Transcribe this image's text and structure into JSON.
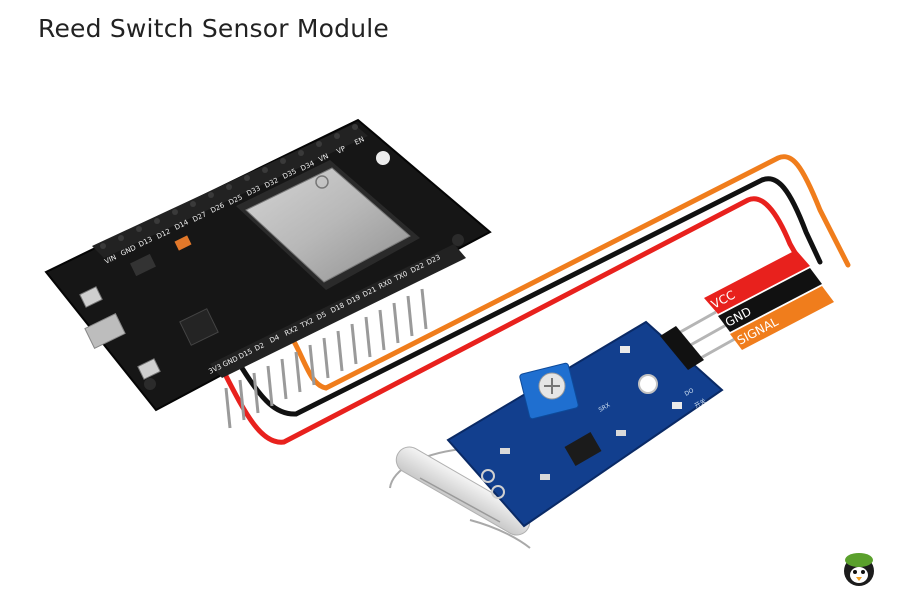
{
  "title": "Reed Switch Sensor Module",
  "esp32": {
    "pins_top": [
      "VIN",
      "GND",
      "D13",
      "D12",
      "D14",
      "D27",
      "D26",
      "D25",
      "D33",
      "D32",
      "D35",
      "D34",
      "VN",
      "VP",
      "EN"
    ],
    "pins_bottom": [
      "3V3",
      "GND",
      "D15",
      "D2",
      "D4",
      "RX2",
      "TX2",
      "D5",
      "D18",
      "D19",
      "D21",
      "RX0",
      "TX0",
      "D22",
      "D23"
    ]
  },
  "module": {
    "pins": [
      "VCC",
      "GND",
      "SIGNAL"
    ],
    "chip_label": "SRX",
    "led_labels": [
      "DO",
      "开关"
    ]
  },
  "colors": {
    "vcc_wire": "#e8211d",
    "gnd_wire": "#111111",
    "signal_wire": "#f07d1c",
    "board_black": "#161616",
    "module_blue": "#123f8e"
  },
  "icons": {
    "logo": "penguin-mascot-icon"
  }
}
